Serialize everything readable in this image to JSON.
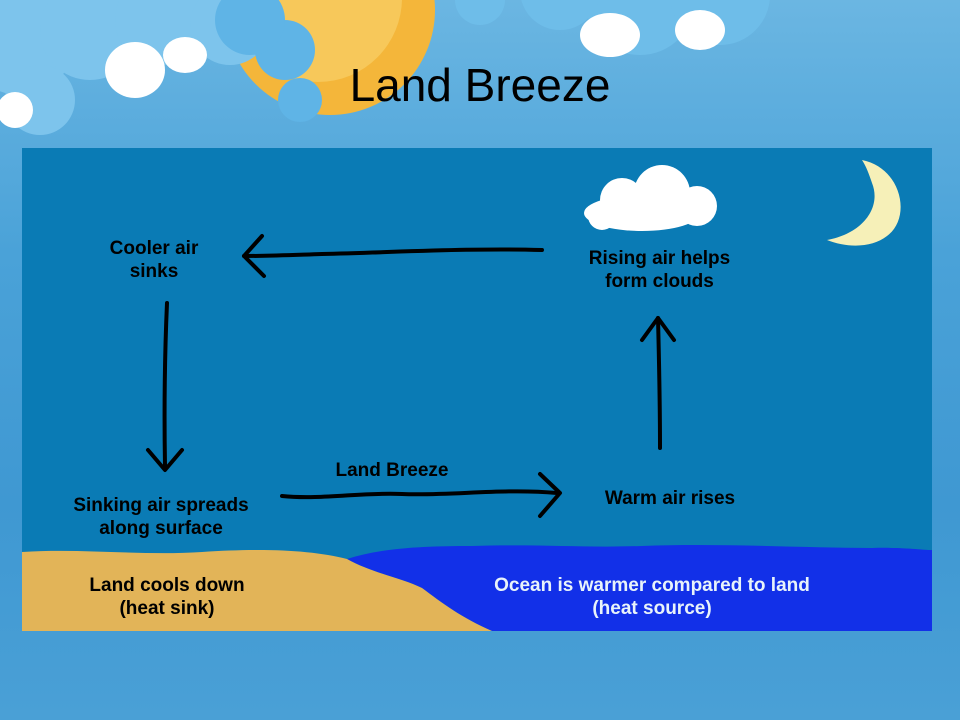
{
  "slide": {
    "title": "Land Breeze"
  },
  "diagram": {
    "labels": {
      "cooler_air": "Cooler air\nsinks",
      "rising_air": "Rising air helps\nform clouds",
      "sinking_air": "Sinking air spreads\nalong surface",
      "arrow_label": "Land Breeze",
      "warm_air": "Warm air rises",
      "land": "Land cools down\n(heat sink)",
      "ocean": "Ocean is warmer compared to land\n(heat source)"
    },
    "icons": [
      "cloud-icon",
      "crescent-moon-icon",
      "arrow-icon"
    ],
    "colors": {
      "sky": "#0a7bb5",
      "land": "#e2b458",
      "ocean": "#1230e8",
      "cloud": "#ffffff",
      "moon": "#f6f0b8",
      "arrow": "#000000"
    }
  }
}
